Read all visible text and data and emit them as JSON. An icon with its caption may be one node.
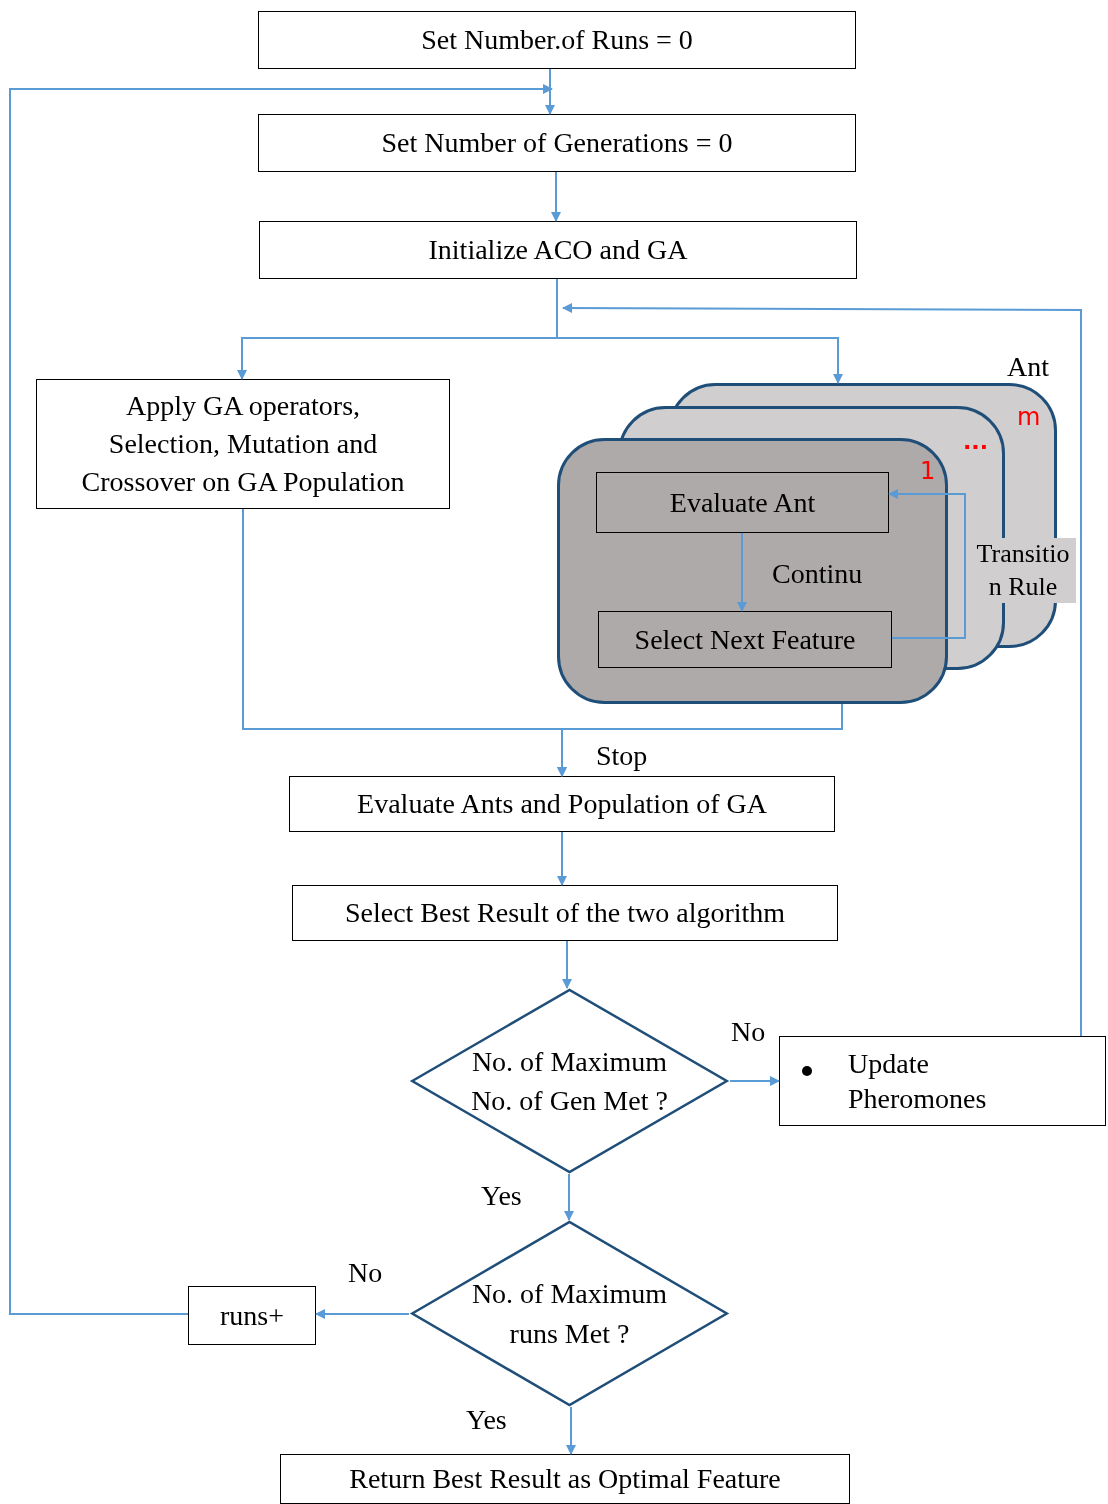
{
  "diagram": {
    "nodes": [
      {
        "text": [
          "Set Number.of Runs = 0"
        ]
      },
      {
        "text": [
          "Set Number of Generations = 0"
        ]
      },
      {
        "text": [
          "Initialize ACO and GA"
        ]
      },
      {
        "text": [
          "Apply GA operators, Selection, Mutation and Crossover on GA Population"
        ]
      },
      {
        "text": [
          "Ant",
          "m",
          "...",
          "1"
        ]
      },
      {
        "text": [
          "Evaluate Ant"
        ],
        "in": 4
      },
      {
        "text": [
          "Select Next Feature"
        ],
        "in": 4
      },
      {
        "text": [
          "Evaluate Ants and Population of GA"
        ]
      },
      {
        "text": [
          "Select Best Result of the two algorithm"
        ]
      },
      {
        "text": [
          "No. of Maximum No. of Gen Met ?"
        ]
      },
      {
        "text": [
          "Update Pheromones"
        ]
      },
      {
        "text": [
          "No. of Maximum runs Met ?"
        ]
      },
      {
        "text": [
          "runs+"
        ]
      },
      {
        "text": [
          "Return Best Result as Optimal Feature"
        ]
      }
    ],
    "edges": [
      {
        "from": 0,
        "to": 1,
        "arrow": "to"
      },
      {
        "from": 1,
        "to": 2,
        "arrow": "to"
      },
      {
        "from": 2,
        "to": 3,
        "arrow": "to"
      },
      {
        "from": 2,
        "to": 4,
        "arrow": "to"
      },
      {
        "from": 3,
        "to": 7,
        "arrow": "to"
      },
      {
        "from": 4,
        "to": 7,
        "arrow": "to",
        "label": "Stop"
      },
      {
        "from": 5,
        "to": 6,
        "arrow": "to",
        "label": "Continu"
      },
      {
        "from": 6,
        "to": 5,
        "arrow": "to",
        "label": "Transitio n Rule"
      },
      {
        "from": 7,
        "to": 8,
        "arrow": "to"
      },
      {
        "from": 8,
        "to": 9,
        "arrow": "to"
      },
      {
        "from": 9,
        "to": 10,
        "arrow": "to",
        "label": "No"
      },
      {
        "from": 10,
        "to": 2,
        "arrow": "to"
      },
      {
        "from": 9,
        "to": 11,
        "arrow": "to",
        "label": "Yes"
      },
      {
        "from": 11,
        "to": 12,
        "arrow": "to",
        "label": "No"
      },
      {
        "from": 12,
        "to": 0,
        "arrow": "to"
      },
      {
        "from": 11,
        "to": 13,
        "arrow": "to",
        "label": "Yes"
      }
    ]
  }
}
